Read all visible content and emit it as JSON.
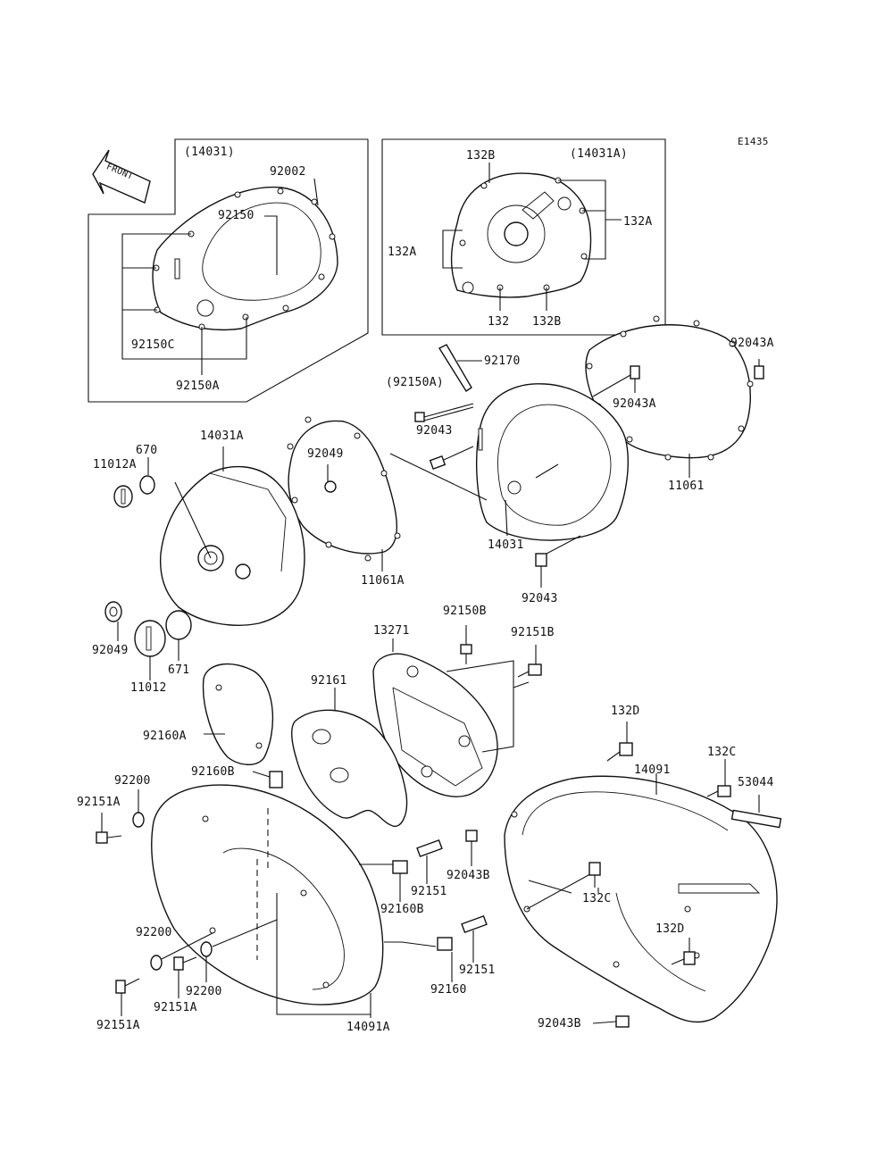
{
  "diagram": {
    "code": "E1435",
    "front_label": "FRONT",
    "labels": {
      "box_left_ref": "(14031)",
      "box_right_ref": "(14031A)",
      "p92002": "92002",
      "p92150": "92150",
      "p92150C": "92150C",
      "p92150A_top": "92150A",
      "p132B_top": "132B",
      "p132A_right": "132A",
      "p132A_left": "132A",
      "p132": "132",
      "p132B_bottom": "132B",
      "p92170": "92170",
      "p92150A_paren": "(92150A)",
      "p92043A_right": "92043A",
      "p92043A_mid": "92043A",
      "p92043_a": "92043",
      "p11061": "11061",
      "p14031A": "14031A",
      "p670": "670",
      "p11012A": "11012A",
      "p92049_top": "92049",
      "p14031": "14031",
      "p11061A": "11061A",
      "p92043_b": "92043",
      "p92049_left": "92049",
      "p671": "671",
      "p11012": "11012",
      "p92150B": "92150B",
      "p13271": "13271",
      "p92151B": "92151B",
      "p92161": "92161",
      "p92160A": "92160A",
      "p132D_top": "132D",
      "p92160B_top": "92160B",
      "p92200_top": "92200",
      "p92151A_top": "92151A",
      "p14091": "14091",
      "p132C_top": "132C",
      "p53044": "53044",
      "p92043B_mid": "92043B",
      "p92151_a": "92151",
      "p132C_mid": "132C",
      "p92160B_mid": "92160B",
      "p132D_bottom": "132D",
      "p92200_mid": "92200",
      "p92151_b": "92151",
      "p92200_bottom": "92200",
      "p92151A_mid": "92151A",
      "p92160": "92160",
      "p92151A_bottom": "92151A",
      "p14091A": "14091A",
      "p92043B_bottom": "92043B"
    }
  }
}
